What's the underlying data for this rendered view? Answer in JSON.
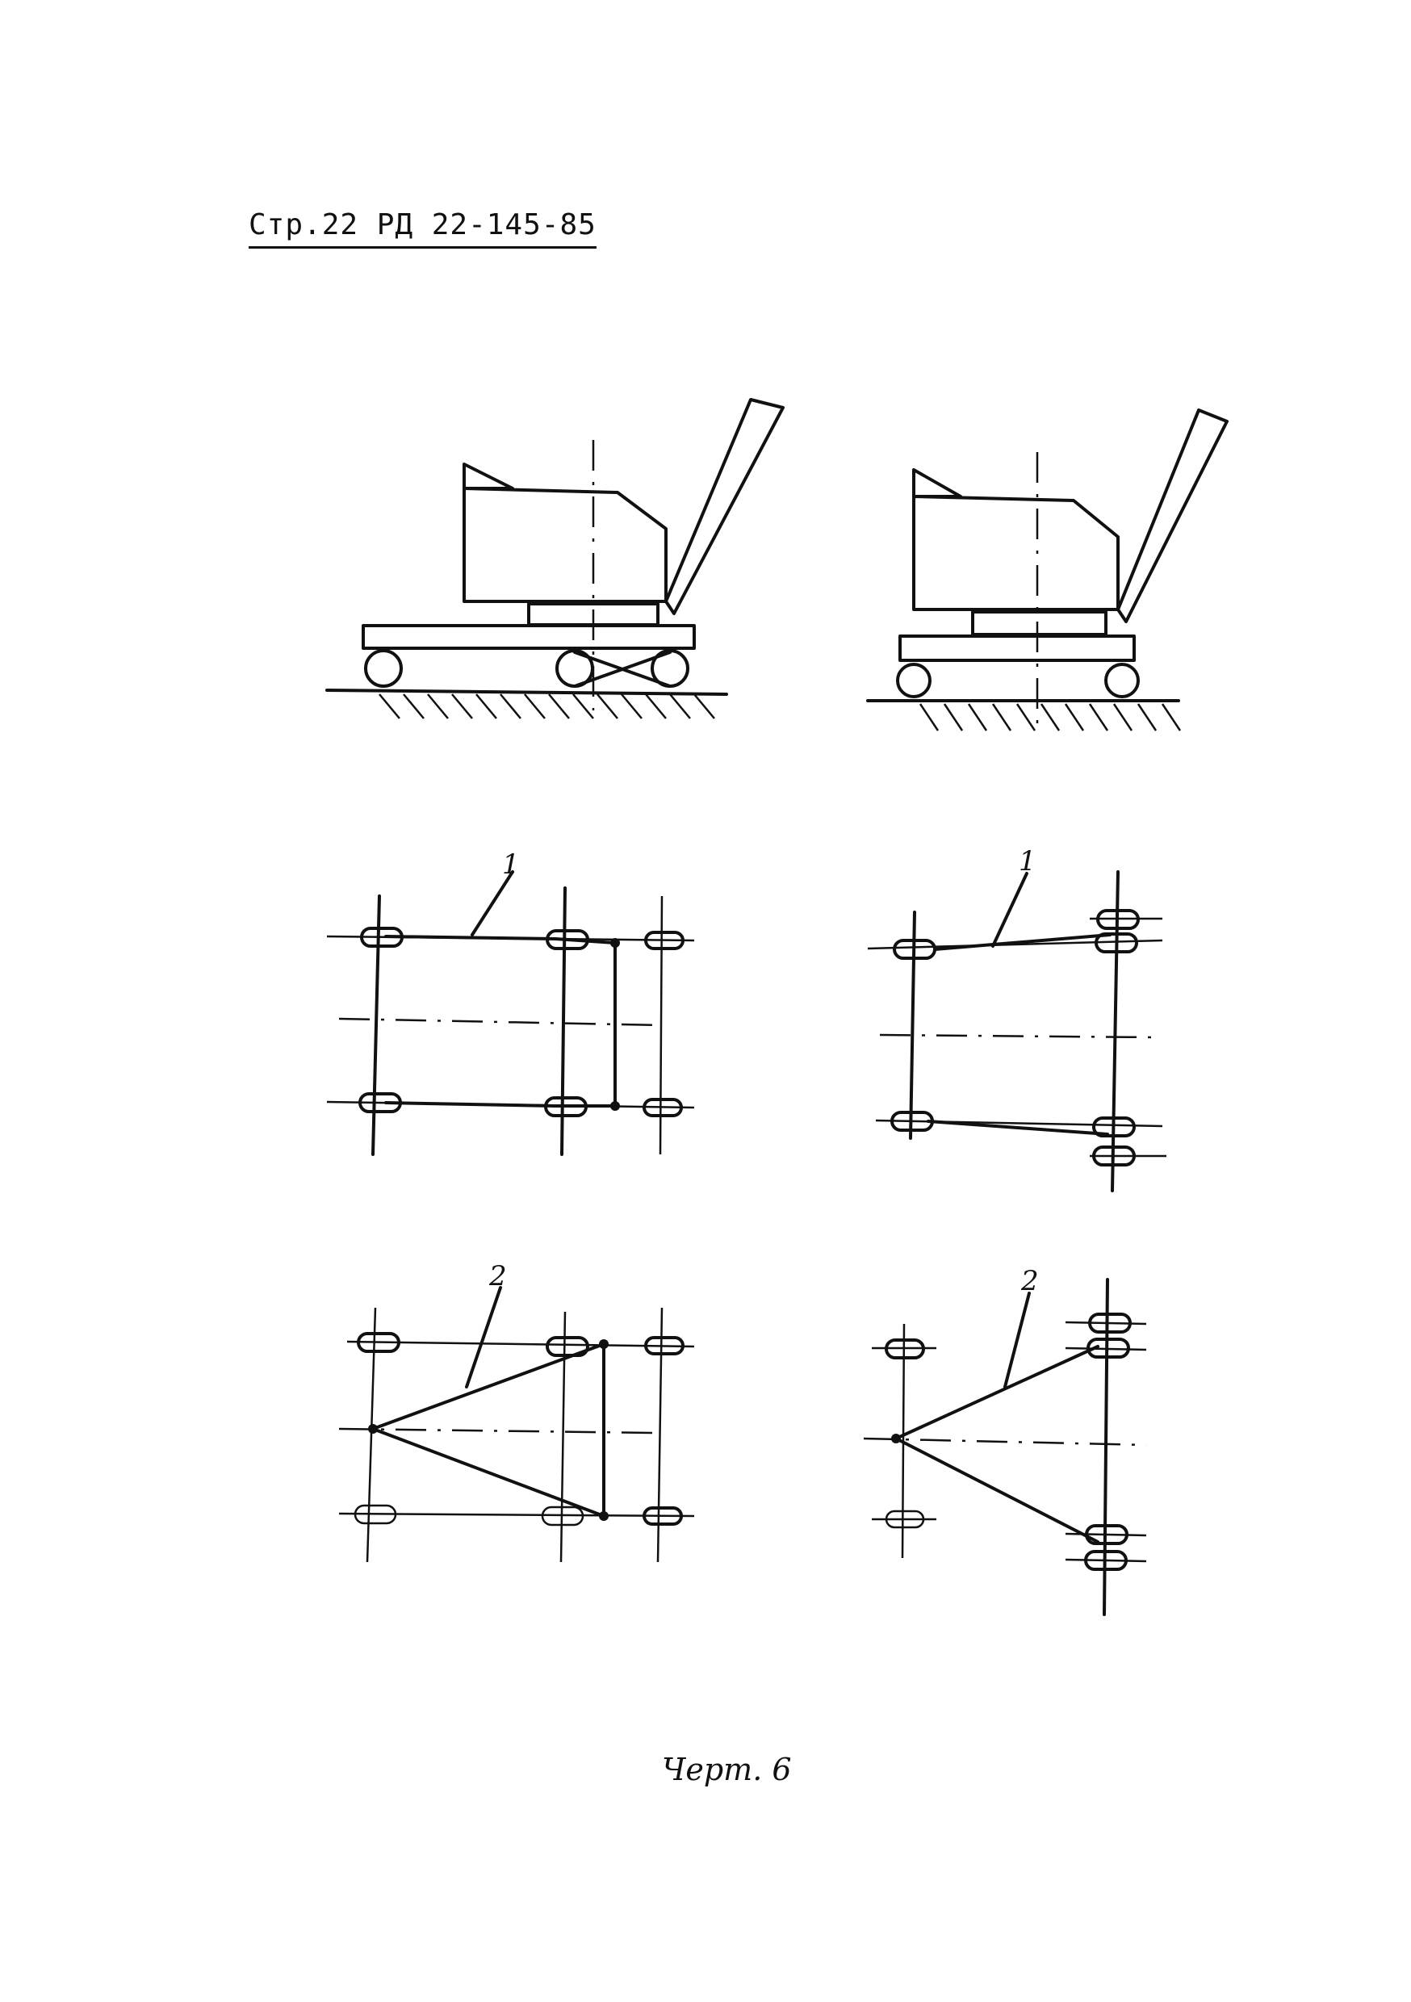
{
  "header": {
    "page_ref": "Стр.22 РД 22-145-85"
  },
  "figure": {
    "caption": "Черт. 6",
    "callout_1": "1",
    "callout_2": "2"
  }
}
